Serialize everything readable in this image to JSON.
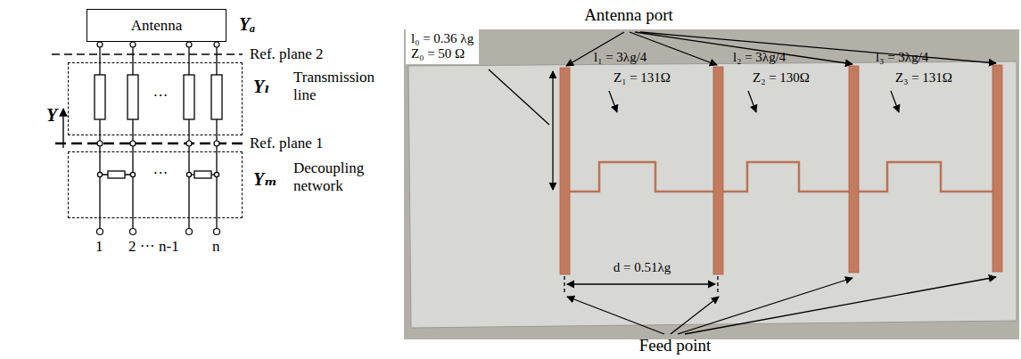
{
  "diagram": {
    "nodes": [
      {
        "text": [
          "Antenna"
        ]
      },
      {
        "text": [
          "Transmission line"
        ]
      },
      {
        "text": [
          "Decoupling network"
        ]
      },
      {
        "text": [
          "l₀ = 0.36 λg",
          "Z₀ = 50 Ω"
        ]
      }
    ],
    "edges": [
      {
        "from": 0,
        "to": 1,
        "arrow": "none"
      },
      {
        "from": 1,
        "to": 2,
        "arrow": "none"
      }
    ],
    "labels": [
      "Yₐ",
      "Ref. plane 2",
      "Yₗ",
      "···",
      "Y",
      "Ref. plane 1",
      "Yₘ",
      "···",
      "1",
      "2 ··· n-1",
      "n",
      "Antenna port",
      "l₁ = 3λg/4",
      "Z₁ = 131Ω",
      "l₂ = 3λg/4",
      "Z₂ = 130Ω",
      "l₃ = 3λg/4",
      "Z₃ = 131Ω",
      "d = 0.51λg",
      "Feed point"
    ]
  }
}
